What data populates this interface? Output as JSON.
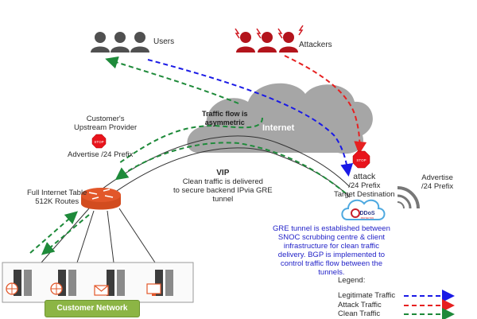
{
  "labels": {
    "users": "Users",
    "attackers": "Attackers",
    "internet": "Internet",
    "asymmetric": [
      "Traffic flow is",
      "asymmetric"
    ],
    "upstream_provider": [
      "Customer's",
      "Upstream Provider"
    ],
    "advertise_left": "Advertise /24 Prefix",
    "stop": "STOP",
    "full_table": [
      "Full Internet Table",
      "512K Routes"
    ],
    "vip_title": "VIP",
    "vip_desc": [
      "Clean traffic is delivered",
      "to secure backend IPvia GRE",
      "tunnel"
    ],
    "attack_target": [
      "attack",
      "/24 Prefix",
      "Target Destination"
    ],
    "advertise_right": [
      "Advertise",
      "/24 Prefix"
    ],
    "ddos_logo": "DDoS",
    "ddos_sub": "PROTECTION",
    "gre_note": [
      "GRE tunnel is established between",
      "SNOC scrubbing centre & client",
      "infrastructure for clean traffic",
      "delivery.  BGP is implemented to",
      "control traffic flow between the",
      "tunnels."
    ],
    "customer_network": "Customer Network"
  },
  "legend": {
    "title": "Legend:",
    "items": [
      {
        "label": "Legitimate Traffic",
        "color": "#1a1ae6"
      },
      {
        "label": "Attack Traffic",
        "color": "#e62020"
      },
      {
        "label": "Clean Traffic",
        "color": "#1e8a3a"
      }
    ]
  },
  "servers": [
    {
      "role": "web",
      "icon": "globe-icon"
    },
    {
      "role": "web",
      "icon": "globe-icon"
    },
    {
      "role": "mail",
      "icon": "envelope-icon"
    },
    {
      "role": "desktop",
      "icon": "monitor-icon"
    }
  ],
  "colors": {
    "legit": "#1a1ae6",
    "attack": "#e62020",
    "clean": "#1e8a3a",
    "cloud": "#a6a6a6",
    "router": "#e2572a",
    "stop": "#e8141c",
    "badge": "#8cb545"
  }
}
